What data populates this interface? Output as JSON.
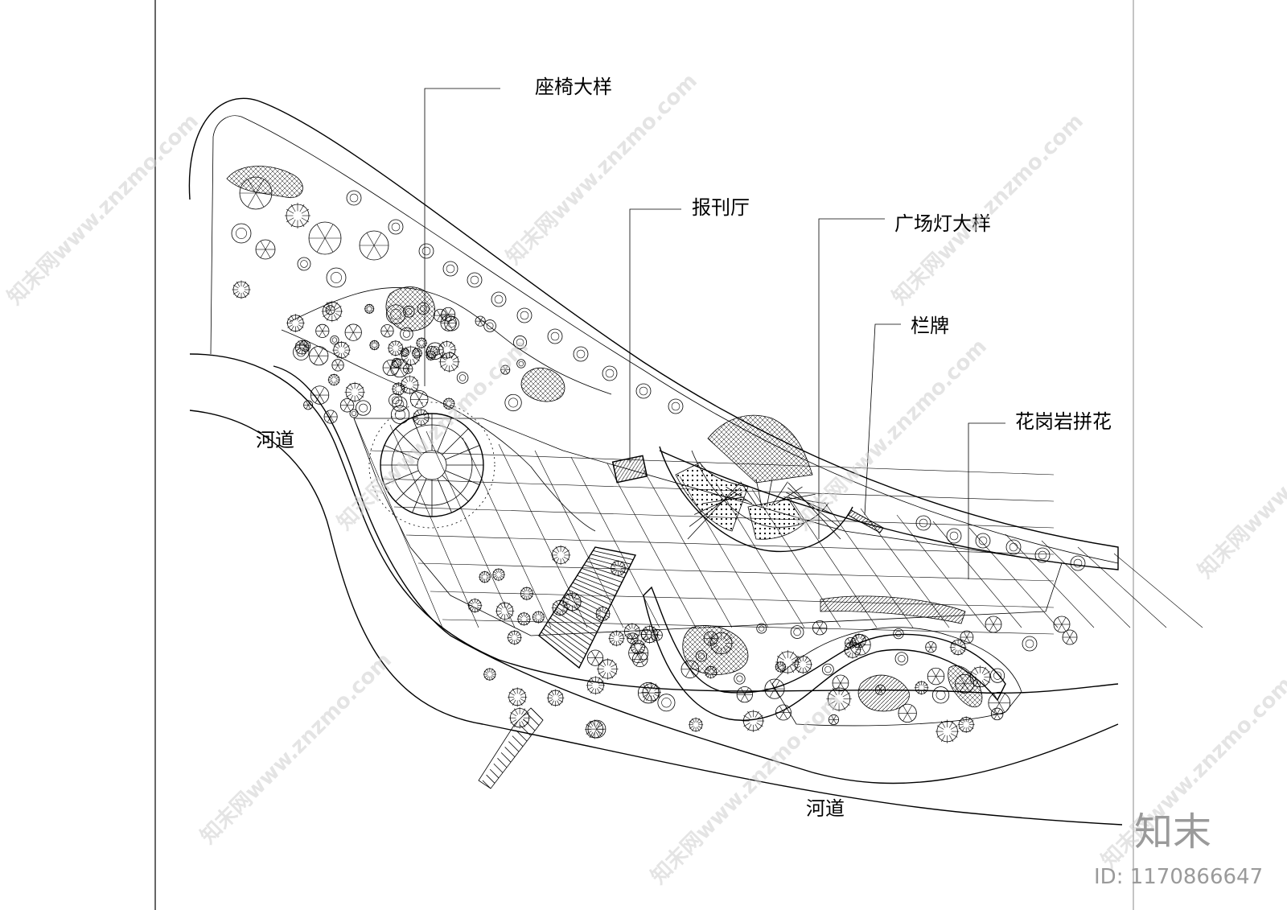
{
  "labels": {
    "bench_detail": "座椅大样",
    "newsstand": "报刊厅",
    "plaza_lamp_detail": "广场灯大样",
    "sign_board": "栏牌",
    "granite_paving": "花岗岩拼花",
    "river_upper": "河道",
    "river_lower": "河道"
  },
  "watermark": {
    "text": "知末网www.znzmo.com",
    "brand": "知末",
    "id": "ID: 1170866647"
  }
}
